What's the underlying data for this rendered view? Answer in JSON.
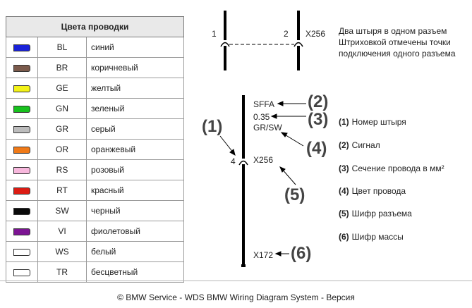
{
  "legend": {
    "title": "Цвета проводки",
    "rows": [
      {
        "code": "BL",
        "name": "синий",
        "color": "#1a22d8"
      },
      {
        "code": "BR",
        "name": "коричневый",
        "color": "#7b5a4b"
      },
      {
        "code": "GE",
        "name": "желтый",
        "color": "#f3f218"
      },
      {
        "code": "GN",
        "name": "зеленый",
        "color": "#18c21e"
      },
      {
        "code": "GR",
        "name": "серый",
        "color": "#bcbcbc"
      },
      {
        "code": "OR",
        "name": "оранжевый",
        "color": "#f07a18"
      },
      {
        "code": "RS",
        "name": "розовый",
        "color": "#f7b7dc"
      },
      {
        "code": "RT",
        "name": "красный",
        "color": "#dc1c14"
      },
      {
        "code": "SW",
        "name": "черный",
        "color": "#0a0a0a"
      },
      {
        "code": "VI",
        "name": "фиолетовый",
        "color": "#7c1493"
      },
      {
        "code": "WS",
        "name": "белый",
        "color": "#ffffff"
      },
      {
        "code": "TR",
        "name": "бесцветный",
        "color": "#ffffff"
      }
    ]
  },
  "connector_example": {
    "pin_left": "1",
    "pin_right": "2",
    "connector": "X256",
    "note": [
      "Два штыря в одном разъем",
      "Штриховкой отмечены точки",
      "подключения одного разъема"
    ]
  },
  "wire_example": {
    "signal": "SFFA",
    "cross_section": "0.35",
    "color_code": "GR/SW",
    "pin": "4",
    "connector": "X256",
    "ground": "X172",
    "callouts": [
      "(1)",
      "(2)",
      "(3)",
      "(4)",
      "(5)",
      "(6)"
    ]
  },
  "key": [
    {
      "num": "(1)",
      "text": "Номер штыря"
    },
    {
      "num": "(2)",
      "text": "Сигнал"
    },
    {
      "num": "(3)",
      "text": "Сечение провода в мм²"
    },
    {
      "num": "(4)",
      "text": "Цвет провода"
    },
    {
      "num": "(5)",
      "text": "Шифр разъема"
    },
    {
      "num": "(6)",
      "text": "Шифр массы"
    }
  ],
  "footer": "© BMW Service - WDS BMW Wiring Diagram System - Версия"
}
